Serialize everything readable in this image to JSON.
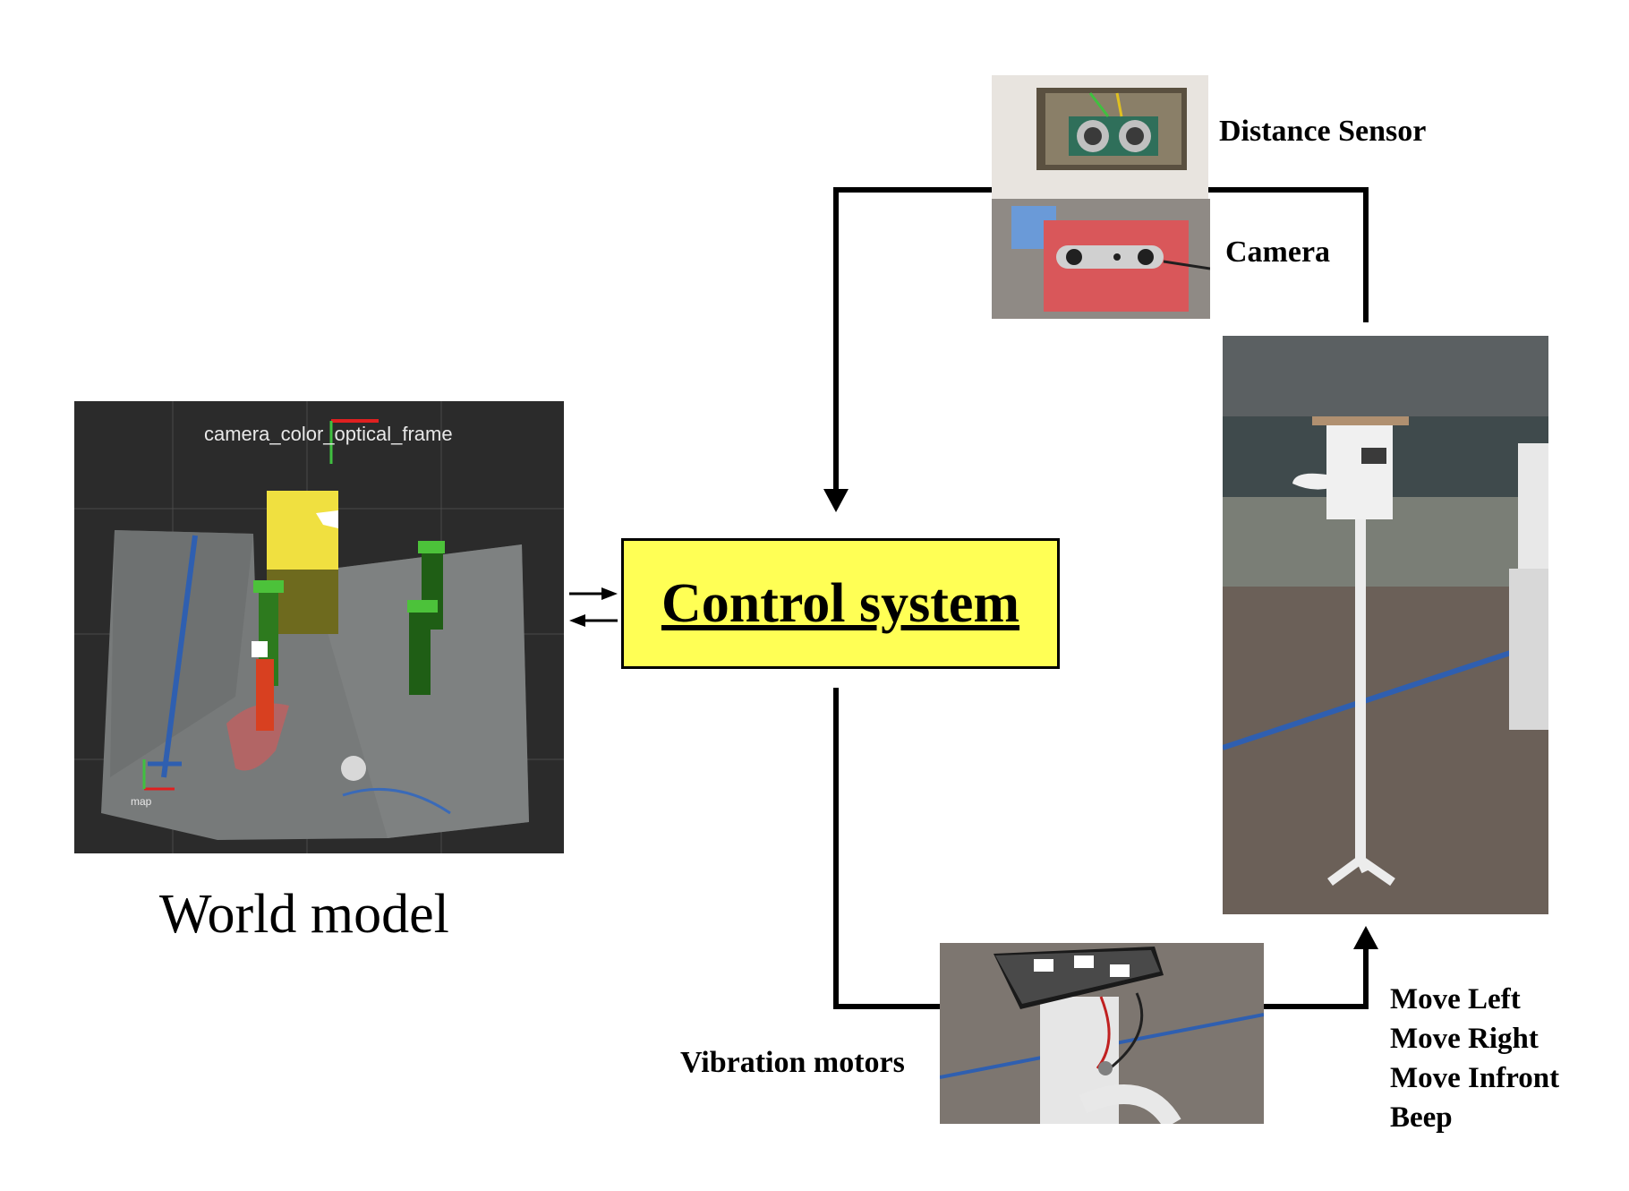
{
  "world_model": {
    "label": "World model",
    "frame_label": "camera_color_optical_frame",
    "map_label": "map"
  },
  "control_system": {
    "label": "Control system"
  },
  "sensors": {
    "distance_sensor_label": "Distance Sensor",
    "camera_label": "Camera"
  },
  "actuators": {
    "vibration_motors_label": "Vibration motors",
    "actions": [
      "Move Left",
      "Move Right",
      "Move Infront",
      "Beep"
    ]
  },
  "colors": {
    "control_box_fill": "#ffff55",
    "rviz_background": "#2b2b2b",
    "arrow": "#000000"
  }
}
